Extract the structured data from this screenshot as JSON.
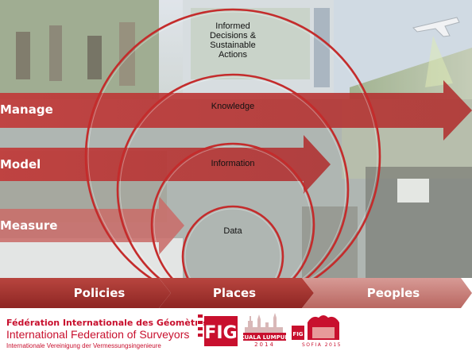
{
  "arrows": {
    "manage": "Manage",
    "model": "Model",
    "measure": "Measure"
  },
  "circles": {
    "actions": "Informed\nDecisions &\nSustainable\nActions",
    "knowledge": "Knowledge",
    "information": "Information",
    "data": "Data"
  },
  "chevrons": [
    "Policies",
    "Places",
    "Peoples"
  ],
  "footer": {
    "fig_french": "Fédération Internationale des Géomètres",
    "fig_english": "International Federation of Surveyors",
    "fig_german": "Internationale Vereinigung der Vermessungsingenieure",
    "kl_logo": "KUALA LUMPUR 2014",
    "sofia_logo": "SOFIA 2015",
    "fig_mark": "FIG"
  },
  "colors": {
    "arrow_red": "#b8302f",
    "circle_red": "#c42b2b",
    "chevron_red": "#a3302c",
    "fig_red": "#c8102e"
  }
}
